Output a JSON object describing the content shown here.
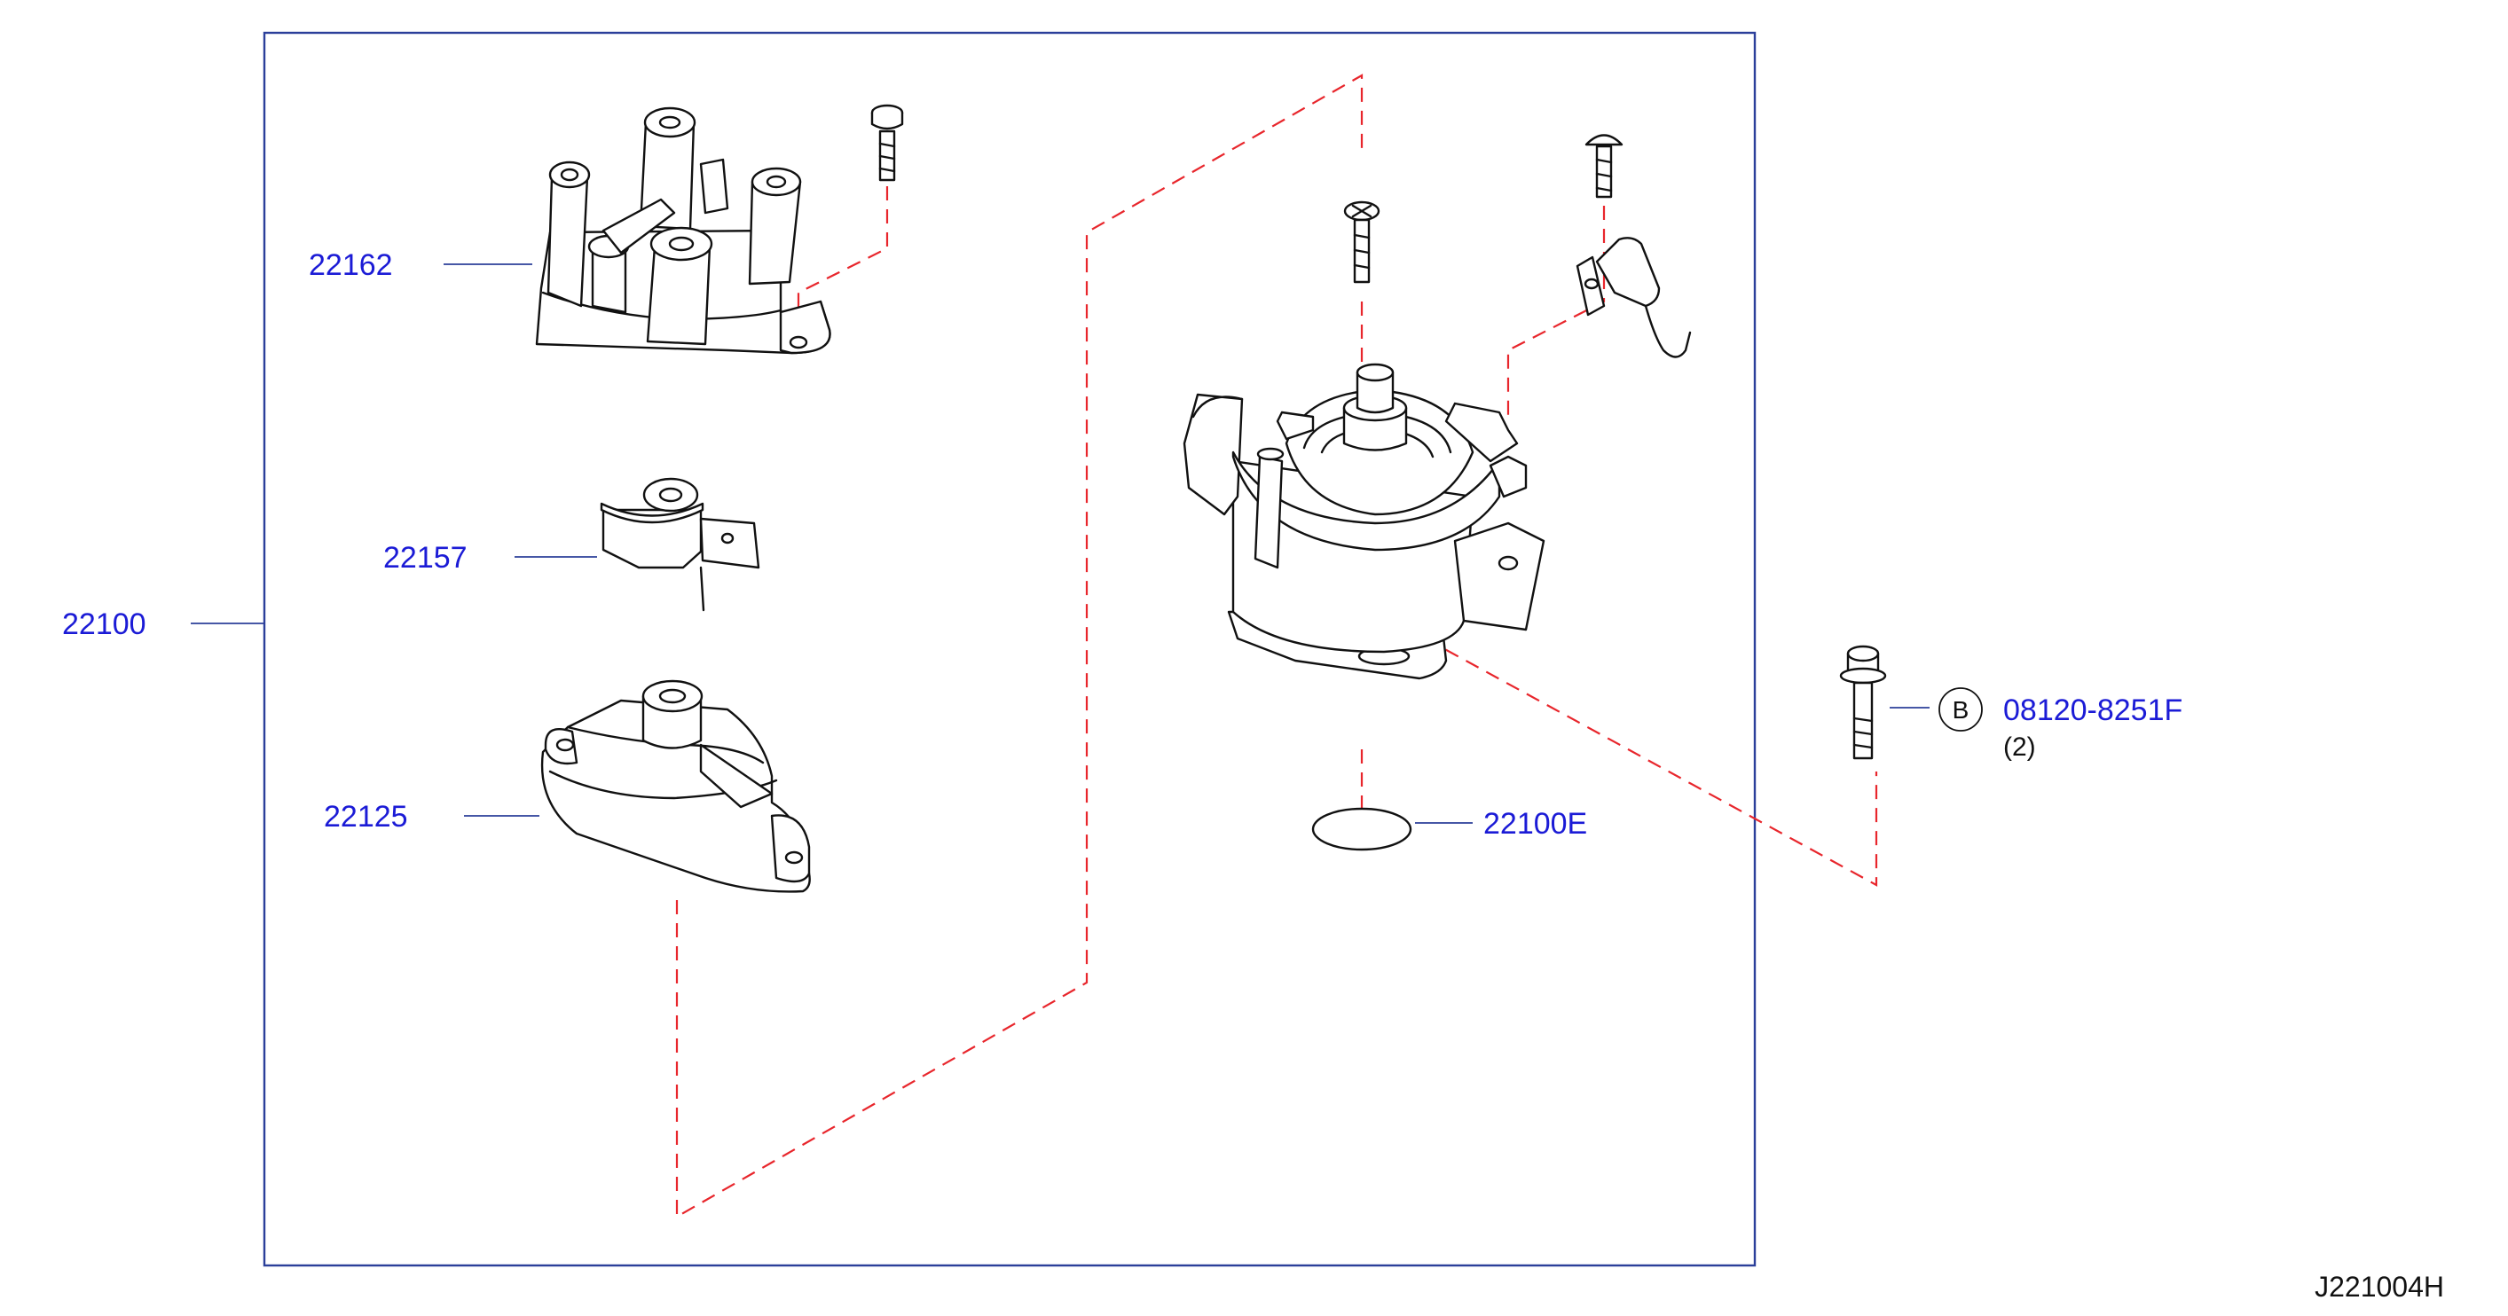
{
  "parts": {
    "assembly": {
      "number": "22100"
    },
    "cap": {
      "number": "22162"
    },
    "rotor": {
      "number": "22157"
    },
    "shield": {
      "number": "22125"
    },
    "oring": {
      "number": "22100E"
    },
    "bolt": {
      "badge": "B",
      "number": "08120-8251F",
      "qty": "(2)"
    }
  },
  "reference_code": "J221004H",
  "colors": {
    "frame": "#2b3f9a",
    "part_number_text": "#1b1bd6",
    "dashed_lines": "#e8262c",
    "linework": "#111111"
  }
}
